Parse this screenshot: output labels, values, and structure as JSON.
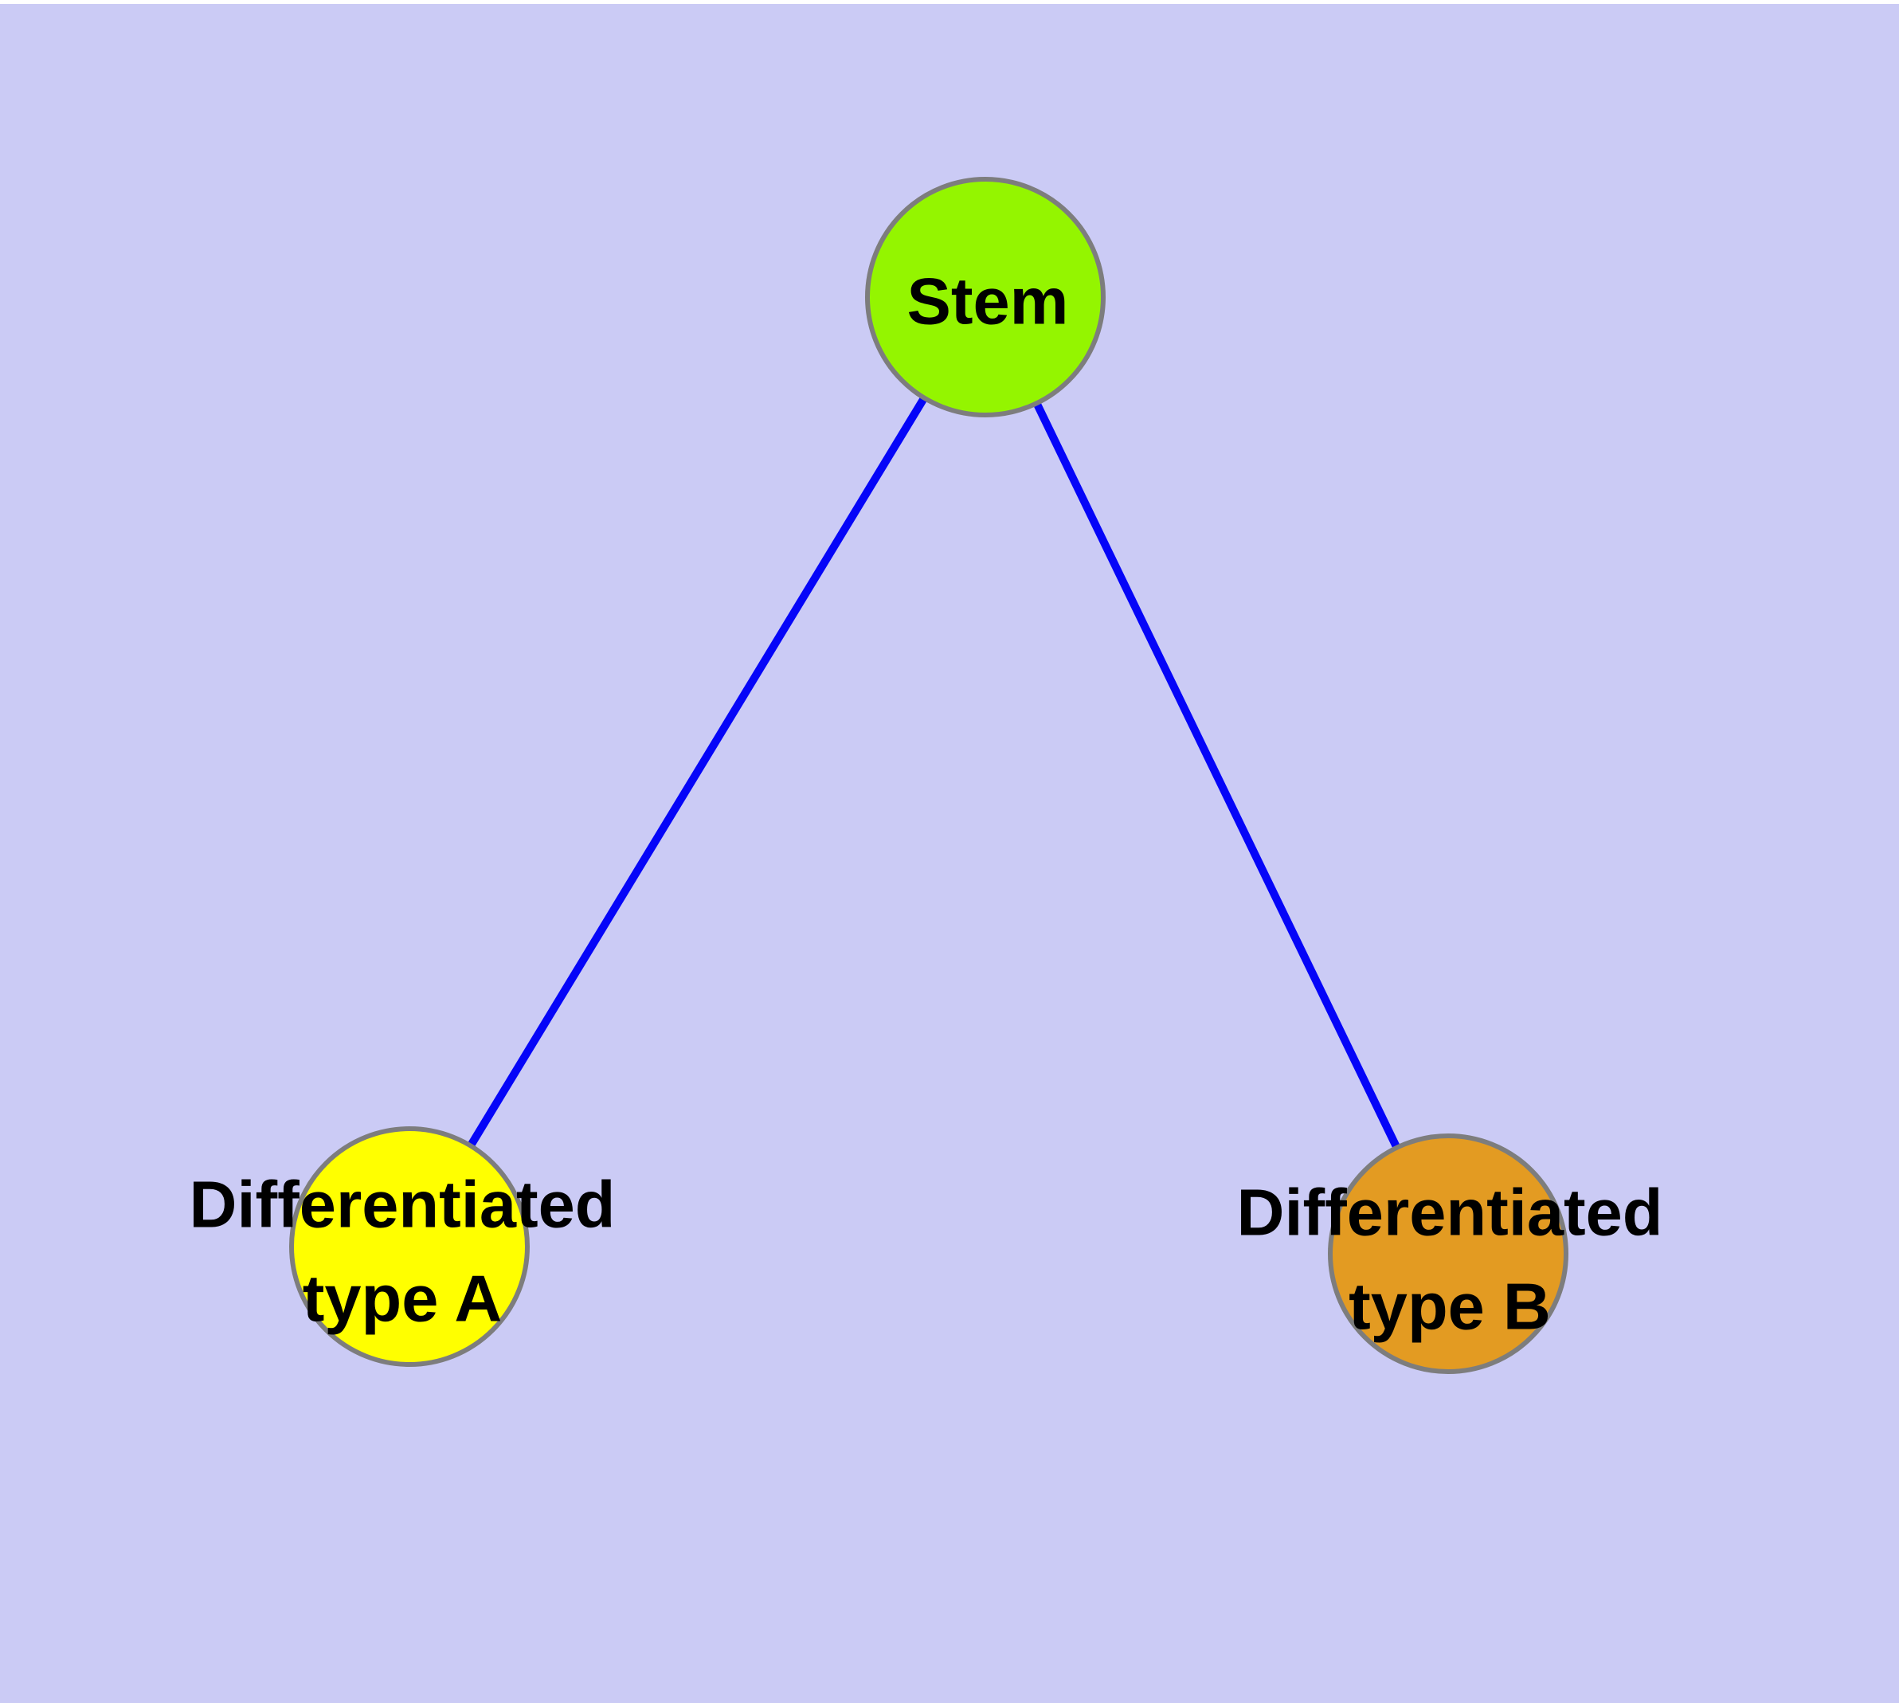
{
  "diagram": {
    "background_color": "#CBCBF5",
    "edge_color": "#0505F8",
    "node_border_color": "#7D7D7D",
    "label_color": "#000000",
    "nodes": [
      {
        "name": "stem",
        "label": "Stem",
        "fill": "#94F500"
      },
      {
        "name": "differentiated-type-a",
        "label_line1": "Differentiated",
        "label_line2": "type A",
        "fill": "#FFFF00"
      },
      {
        "name": "differentiated-type-b",
        "label_line1": "Differentiated",
        "label_line2": "type B",
        "fill": "#E39B22"
      }
    ],
    "edges": [
      {
        "from": "stem",
        "to": "differentiated-type-a"
      },
      {
        "from": "stem",
        "to": "differentiated-type-b"
      }
    ]
  }
}
